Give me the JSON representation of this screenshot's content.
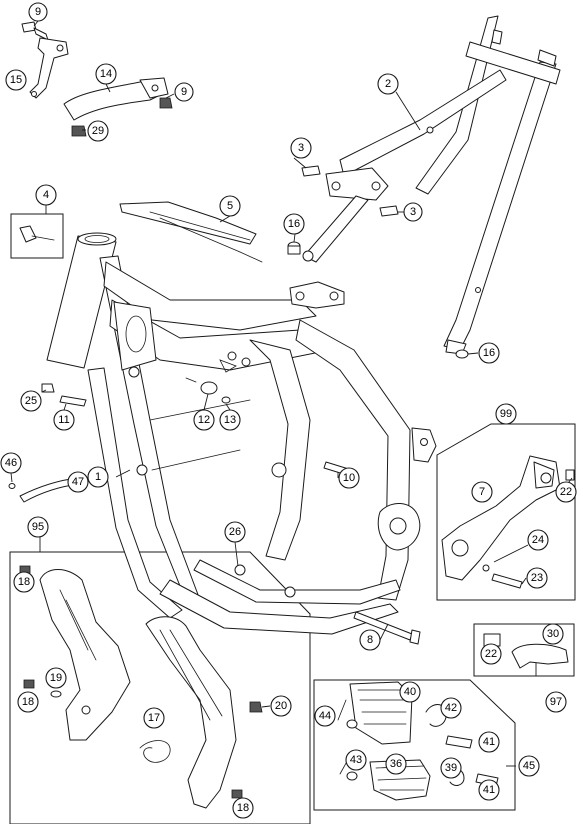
{
  "callouts": [
    {
      "id": "c1",
      "label": "9"
    },
    {
      "id": "c2",
      "label": "15"
    },
    {
      "id": "c3",
      "label": "14"
    },
    {
      "id": "c4",
      "label": "9"
    },
    {
      "id": "c5",
      "label": "29"
    },
    {
      "id": "c6",
      "label": "2"
    },
    {
      "id": "c7",
      "label": "3"
    },
    {
      "id": "c8",
      "label": "3"
    },
    {
      "id": "c9",
      "label": "16"
    },
    {
      "id": "c10",
      "label": "16"
    },
    {
      "id": "c11",
      "label": "4"
    },
    {
      "id": "c12",
      "label": "5"
    },
    {
      "id": "c13",
      "label": "25"
    },
    {
      "id": "c14",
      "label": "11"
    },
    {
      "id": "c15",
      "label": "12"
    },
    {
      "id": "c16",
      "label": "13"
    },
    {
      "id": "c17",
      "label": "1"
    },
    {
      "id": "c18",
      "label": "10"
    },
    {
      "id": "c19",
      "label": "46"
    },
    {
      "id": "c20",
      "label": "47"
    },
    {
      "id": "c21",
      "label": "99"
    },
    {
      "id": "c22",
      "label": "7"
    },
    {
      "id": "c23",
      "label": "22"
    },
    {
      "id": "c24",
      "label": "24"
    },
    {
      "id": "c25",
      "label": "23"
    },
    {
      "id": "c26",
      "label": "95"
    },
    {
      "id": "c27",
      "label": "18"
    },
    {
      "id": "c28",
      "label": "26"
    },
    {
      "id": "c29",
      "label": "19"
    },
    {
      "id": "c30",
      "label": "18"
    },
    {
      "id": "c31",
      "label": "17"
    },
    {
      "id": "c32",
      "label": "20"
    },
    {
      "id": "c33",
      "label": "18"
    },
    {
      "id": "c34",
      "label": "8"
    },
    {
      "id": "c35",
      "label": "22"
    },
    {
      "id": "c36",
      "label": "30"
    },
    {
      "id": "c37",
      "label": "97"
    },
    {
      "id": "c38",
      "label": "44"
    },
    {
      "id": "c39",
      "label": "40"
    },
    {
      "id": "c40",
      "label": "42"
    },
    {
      "id": "c41",
      "label": "41"
    },
    {
      "id": "c42",
      "label": "45"
    },
    {
      "id": "c43",
      "label": "43"
    },
    {
      "id": "c44",
      "label": "36"
    },
    {
      "id": "c45",
      "label": "39"
    },
    {
      "id": "c46",
      "label": "41"
    }
  ]
}
